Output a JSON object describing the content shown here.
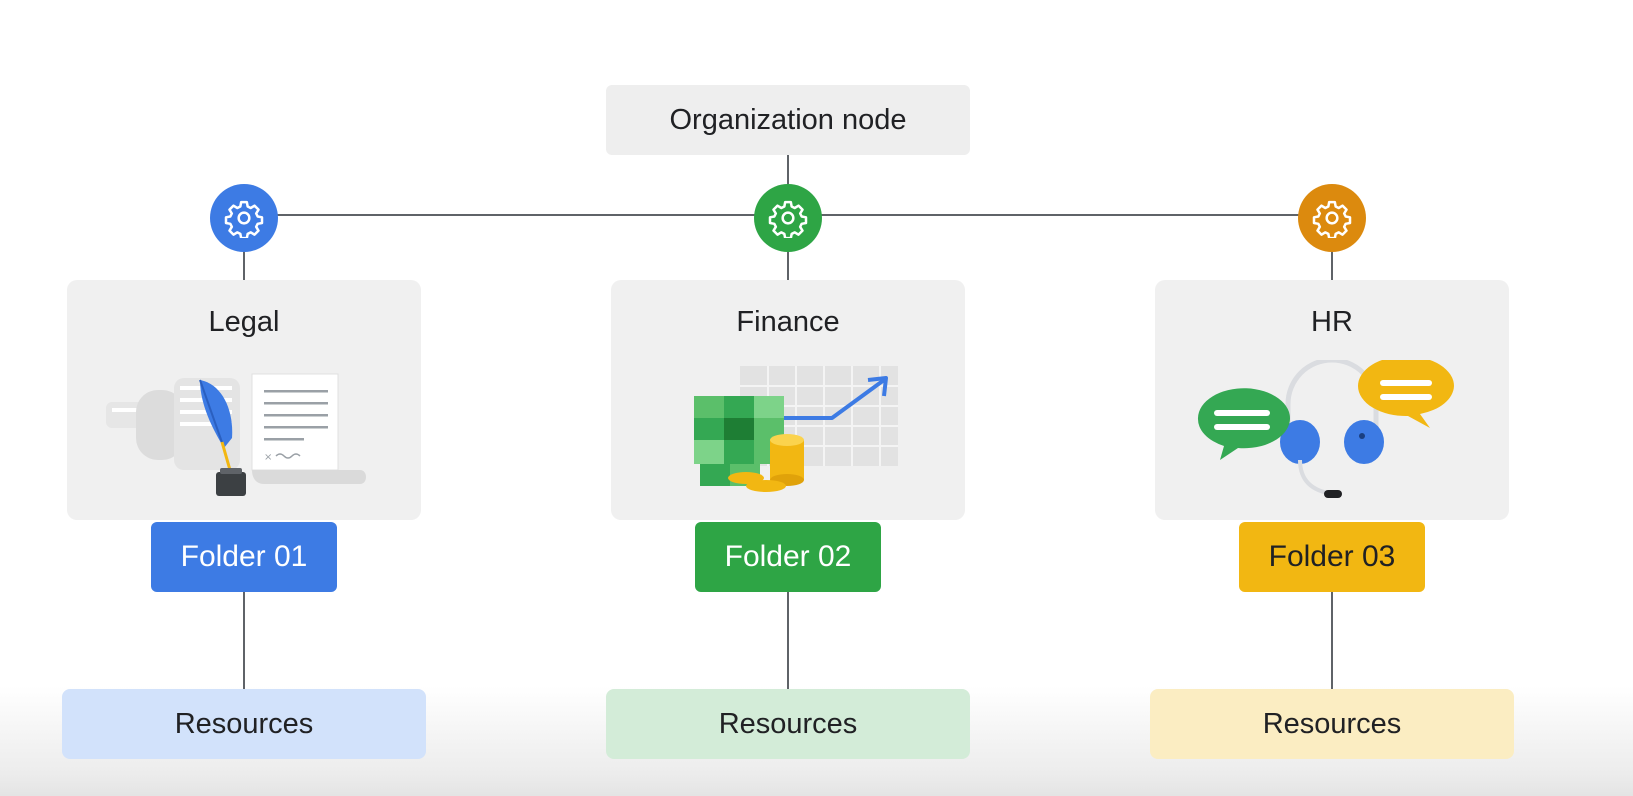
{
  "org_node": {
    "label": "Organization node"
  },
  "departments": [
    {
      "title": "Legal",
      "folder_label": "Folder 01",
      "resources_label": "Resources",
      "accent_color": "#3d7be4",
      "resources_color": "#d2e2fb",
      "illustration": "legal-document-quill-illustration"
    },
    {
      "title": "Finance",
      "folder_label": "Folder 02",
      "resources_label": "Resources",
      "accent_color": "#2ea545",
      "resources_color": "#d3ecd8",
      "illustration": "finance-growth-chart-money-illustration"
    },
    {
      "title": "HR",
      "folder_label": "Folder 03",
      "resources_label": "Resources",
      "accent_color": "#f2b712",
      "resources_color": "#fbedc2",
      "illustration": "hr-chat-headset-illustration",
      "gear_color": "#dc8a0e"
    }
  ]
}
